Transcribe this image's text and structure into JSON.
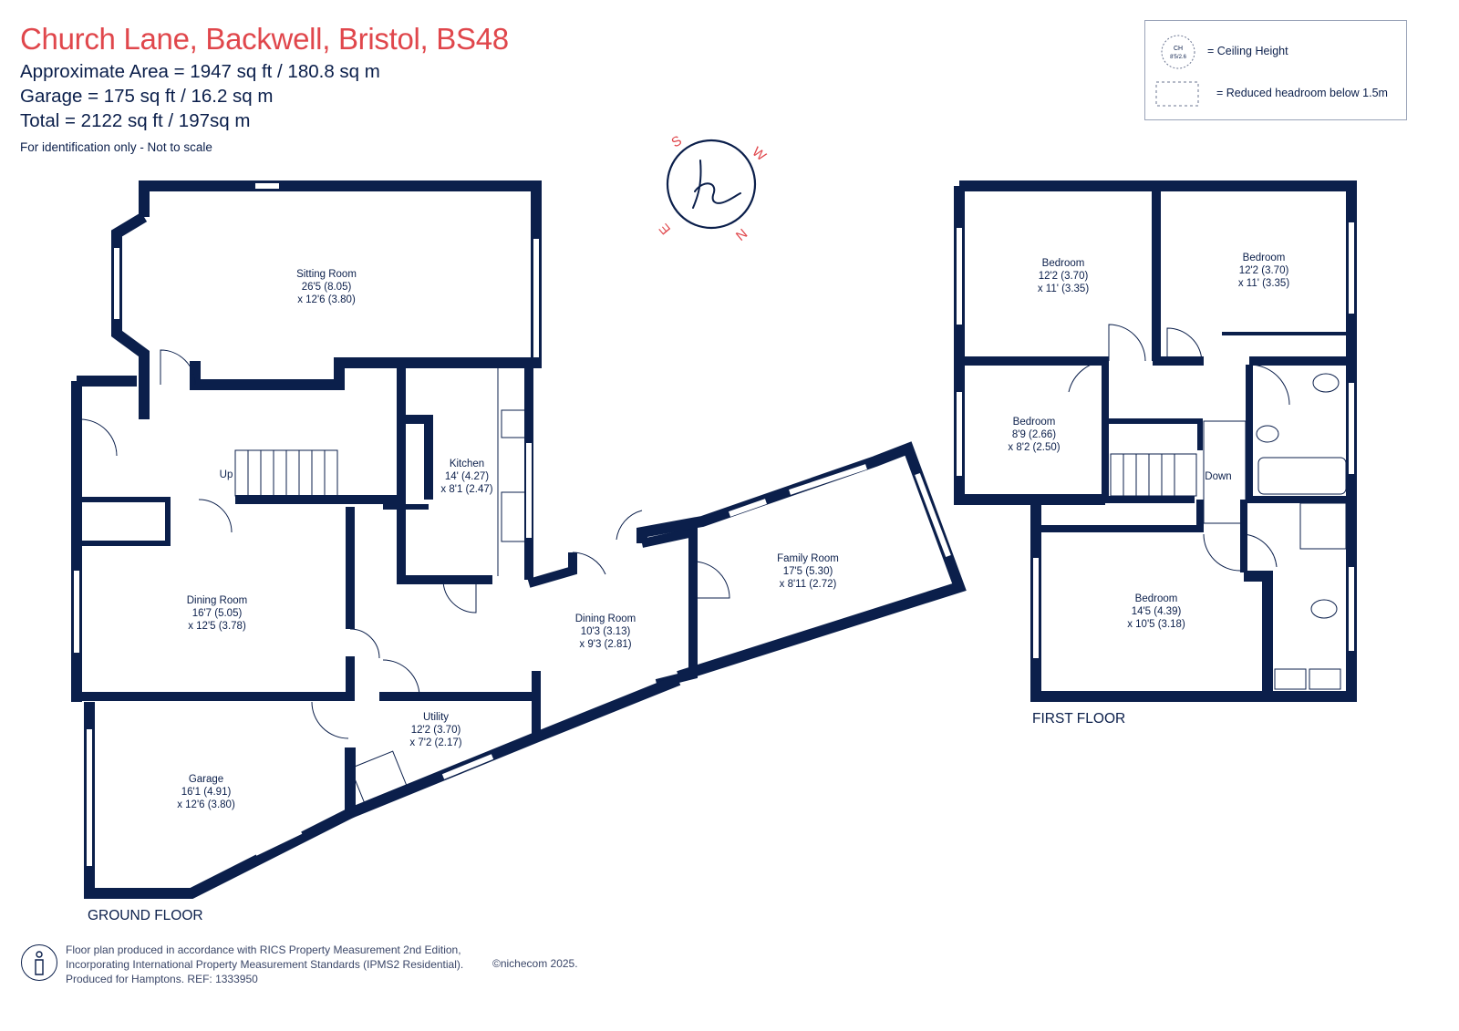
{
  "header": {
    "title": "Church Lane, Backwell, Bristol, BS48",
    "approximate_area": "Approximate Area = 1947 sq ft / 180.8 sq m",
    "garage_area": "Garage = 175 sq ft / 16.2 sq m",
    "total_area": "Total = 2122 sq ft / 197sq m",
    "identification_note": "For identification only - Not to scale"
  },
  "legend": {
    "ceiling_height_symbol": "CH",
    "ceiling_height_symbol_value": "8'5/2.6",
    "ceiling_height_label": "= Ceiling Height",
    "reduced_headroom_label": "= Reduced headroom below 1.5m"
  },
  "compass": {
    "letters": [
      "S",
      "W",
      "N",
      "E"
    ],
    "logo": "h"
  },
  "ground_floor": {
    "label": "GROUND FLOOR",
    "stairs_label": "Up",
    "rooms": [
      {
        "name": "Sitting Room",
        "dim1": "26'5 (8.05)",
        "dim2": "x 12'6 (3.80)"
      },
      {
        "name": "Kitchen",
        "dim1": "14' (4.27)",
        "dim2": "x 8'1 (2.47)"
      },
      {
        "name": "Dining Room",
        "dim1": "16'7 (5.05)",
        "dim2": "x 12'5 (3.78)"
      },
      {
        "name": "Dining Room",
        "dim1": "10'3 (3.13)",
        "dim2": "x 9'3 (2.81)"
      },
      {
        "name": "Family Room",
        "dim1": "17'5 (5.30)",
        "dim2": "x 8'11 (2.72)"
      },
      {
        "name": "Utility",
        "dim1": "12'2 (3.70)",
        "dim2": "x 7'2 (2.17)"
      },
      {
        "name": "Garage",
        "dim1": "16'1 (4.91)",
        "dim2": "x 12'6 (3.80)"
      }
    ]
  },
  "first_floor": {
    "label": "FIRST FLOOR",
    "stairs_label": "Down",
    "rooms": [
      {
        "name": "Bedroom",
        "dim1": "12'2 (3.70)",
        "dim2": "x 11' (3.35)"
      },
      {
        "name": "Bedroom",
        "dim1": "12'2 (3.70)",
        "dim2": "x 11' (3.35)"
      },
      {
        "name": "Bedroom",
        "dim1": "8'9 (2.66)",
        "dim2": "x 8'2 (2.50)"
      },
      {
        "name": "Bedroom",
        "dim1": "14'5 (4.39)",
        "dim2": "x 10'5 (3.18)"
      }
    ]
  },
  "footer": {
    "line1": "Floor plan produced in accordance with RICS Property Measurement 2nd Edition,",
    "line2": "Incorporating International Property Measurement Standards (IPMS2 Residential).",
    "line3": "Produced for Hamptons.   REF:  1333950",
    "copyright": "©nichecom 2025."
  },
  "colors": {
    "wall": "#0b1f4b",
    "title": "#e0474c",
    "compass_letters": "#e0474c"
  }
}
